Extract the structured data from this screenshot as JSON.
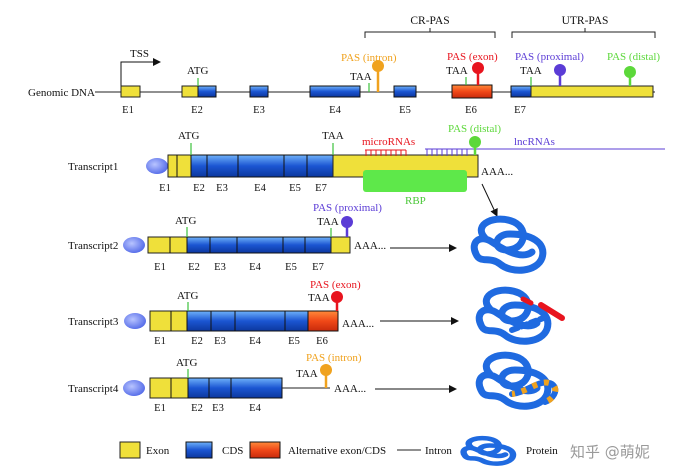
{
  "genomic": {
    "label": "Genomic DNA",
    "tss": "TSS",
    "atg": "ATG",
    "taa_e4": "TAA",
    "taa_e6": "TAA",
    "taa_e7": "TAA",
    "exons": [
      "E1",
      "E2",
      "E3",
      "E4",
      "E5",
      "E6",
      "E7"
    ],
    "pas_intron": "PAS (intron)",
    "pas_exon": "PAS (exon)",
    "pas_proximal": "PAS (proximal)",
    "pas_distal": "PAS (distal)",
    "cr_pas": "CR-PAS",
    "utr_pas": "UTR-PAS"
  },
  "transcript1": {
    "label": "Transcript1",
    "atg": "ATG",
    "taa": "TAA",
    "exons": [
      "E1",
      "E2",
      "E3",
      "E4",
      "E5",
      "E7"
    ],
    "micrornas": "microRNAs",
    "pas": "PAS (distal)",
    "lncrnas": "lncRNAs",
    "rbp": "RBP",
    "polya": "AAA..."
  },
  "transcript2": {
    "label": "Transcript2",
    "atg": "ATG",
    "taa": "TAA",
    "exons": [
      "E1",
      "E2",
      "E3",
      "E4",
      "E5",
      "E7"
    ],
    "pas": "PAS (proximal)",
    "polya": "AAA..."
  },
  "transcript3": {
    "label": "Transcript3",
    "atg": "ATG",
    "taa": "TAA",
    "exons": [
      "E1",
      "E2",
      "E3",
      "E4",
      "E5",
      "E6"
    ],
    "pas": "PAS (exon)",
    "polya": "AAA..."
  },
  "transcript4": {
    "label": "Transcript4",
    "atg": "ATG",
    "taa": "TAA",
    "exons": [
      "E1",
      "E2",
      "E3",
      "E4"
    ],
    "pas": "PAS (intron)",
    "polya": "AAA..."
  },
  "legend": {
    "exon": "Exon",
    "cds": "CDS",
    "alt": "Alternative exon/CDS",
    "intron": "Intron",
    "protein": "Protein"
  },
  "watermark": "知乎 @萌妮",
  "colors": {
    "exon": "#efe03a",
    "cds": "#1b55d2",
    "alt": "#f04818",
    "pas_intron": "#f0a21e",
    "pas_exon": "#e8141e",
    "pas_proximal": "#5b3cd6",
    "pas_distal": "#5cd83a",
    "microrna": "#e8141e",
    "lncrna": "#5b3cd6",
    "rbp": "#5ee84a",
    "rbp_text": "#4cc83a",
    "atg_taa": "#3cc23c",
    "protein": "#1f6ae0",
    "cap": "#4a62e6"
  }
}
